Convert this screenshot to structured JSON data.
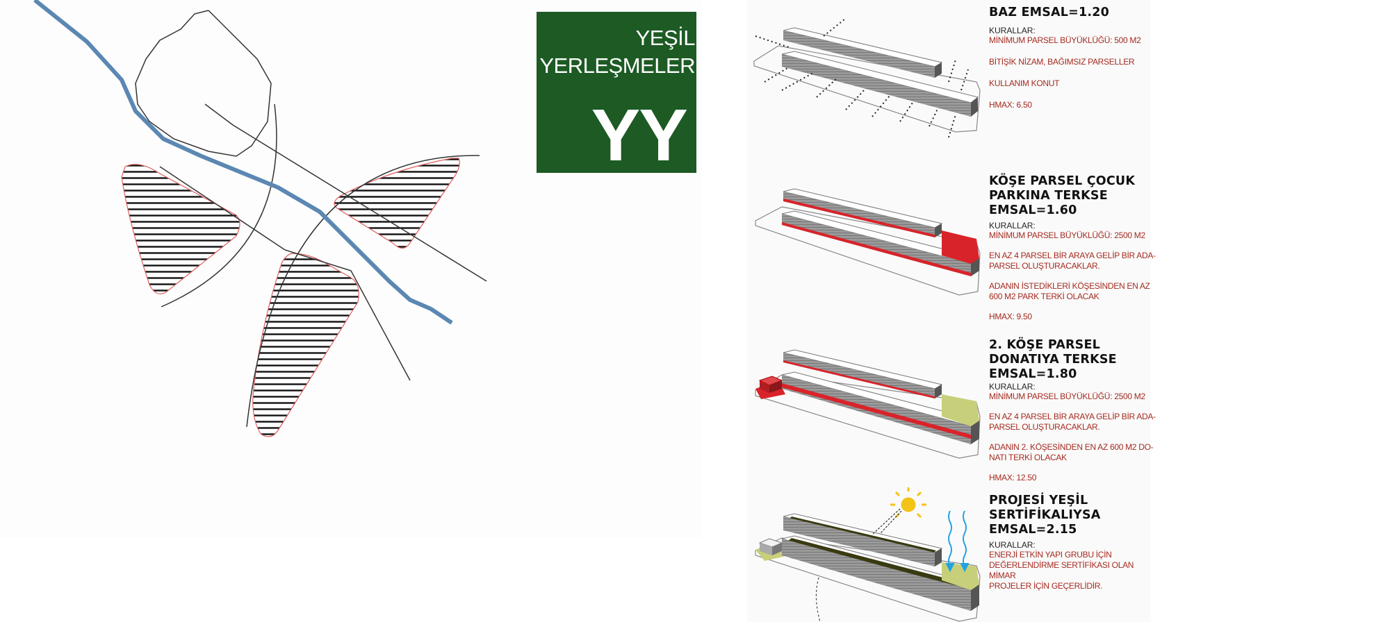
{
  "logo": {
    "line1": "YEŞİL",
    "line2": "YERLEŞMELER",
    "mark": "YY",
    "background": "#1d5a24"
  },
  "colors": {
    "river": "#5b87b3",
    "hatch_outline": "#e06060",
    "emphasis_red": "#d9232a",
    "rule_text": "#a52a1f",
    "green_area": "#c8cf7a",
    "green_roof": "#3a3a12",
    "sun": "#f3c317",
    "rain": "#23a3e0"
  },
  "sections": [
    {
      "title_lines": [
        "BAZ EMSAL=1.20"
      ],
      "label": "KURALLAR:",
      "rules": [
        "MİNİMUM PARSEL BÜYÜKLÜĞÜ: 500 M2",
        "BİTİŞİK NİZAM, BAĞIMSIZ PARSELLER",
        "KULLANIM KONUT",
        "HMAX: 6.50"
      ]
    },
    {
      "title_lines": [
        "KÖŞE PARSEL ÇOCUK",
        "PARKINA TERKSE",
        "EMSAL=1.60"
      ],
      "label": "KURALLAR:",
      "rules": [
        "MİNİMUM PARSEL BÜYÜKLÜĞÜ: 2500 M2",
        "EN AZ 4 PARSEL BİR ARAYA GELİP BİR ADA-",
        "PARSEL OLUŞTURACAKLAR.",
        "ADANIN İSTEDİKLERİ KÖŞESİNDEN EN AZ",
        "600 M2 PARK TERKİ OLACAK",
        "HMAX: 9.50"
      ]
    },
    {
      "title_lines": [
        "2. KÖŞE PARSEL",
        "DONATIYA TERKSE",
        "EMSAL=1.80"
      ],
      "label": "KURALLAR:",
      "rules": [
        "MİNİMUM PARSEL BÜYÜKLÜĞÜ: 2500 M2",
        "EN AZ 4 PARSEL BİR ARAYA GELİP BİR ADA-",
        "PARSEL OLUŞTURACAKLAR.",
        "ADANIN 2. KÖŞESİNDEN EN AZ 600 M2 DO-",
        "NATI TERKİ OLACAK",
        "HMAX: 12.50"
      ]
    },
    {
      "title_lines": [
        "PROJESİ YEŞİL",
        "SERTİFİKALIYSA",
        "EMSAL=2.15"
      ],
      "label": "KURALLAR:",
      "rules": [
        "ENERJİ ETKİN YAPI GRUBU İÇİN",
        "DEĞERLENDİRME SERTİFİKASI OLAN MİMAR",
        "PROJELER İÇİN GEÇERLİDİR."
      ]
    }
  ]
}
